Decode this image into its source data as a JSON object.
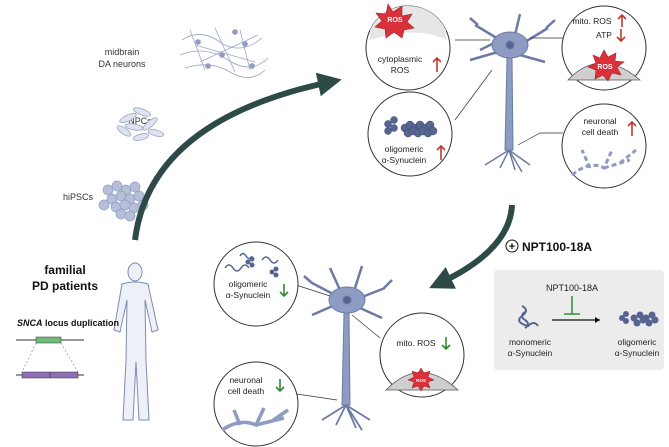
{
  "stages": {
    "neurons": "midbrain",
    "neurons_line2": "DA neurons",
    "npcs": "NPCs",
    "hipscs": "hiPSCs"
  },
  "patient": {
    "line1": "familial",
    "line2": "PD patients",
    "gene": "SNCA",
    "gene_suffix": " locus duplication"
  },
  "untreated": {
    "cyto_ros_1": "cytoplasmic",
    "cyto_ros_2": "ROS",
    "ros_badge": "ROS",
    "mito_ros": "mito. ROS",
    "atp": "ATP",
    "oligo_1": "oligomeric",
    "oligo_2": "α-Synuclein",
    "death_1": "neuronal",
    "death_2": "cell death"
  },
  "treatment": {
    "symbol": "+",
    "label": "NPT100-18A"
  },
  "treated": {
    "oligo_1": "oligomeric",
    "oligo_2": "α-Synuclein",
    "mito_ros": "mito. ROS",
    "ros_badge": "ROS",
    "death_1": "neuronal",
    "death_2": "cell death"
  },
  "mechanism": {
    "drug": "NPT100-18A",
    "mono_1": "monomeric",
    "mono_2": "α-Synuclein",
    "oligo_1": "oligomeric",
    "oligo_2": "α-Synuclein"
  },
  "colors": {
    "neuron": "#8e9cc4",
    "neuron_dark": "#56658f",
    "arrow": "#2e4a47",
    "up_red": "#c0392b",
    "down_green": "#2e8b2e",
    "ros_red": "#d9303a",
    "panel": "#ececec",
    "gene_green": "#6dbb7a",
    "gene_purple": "#8e6fb4"
  }
}
